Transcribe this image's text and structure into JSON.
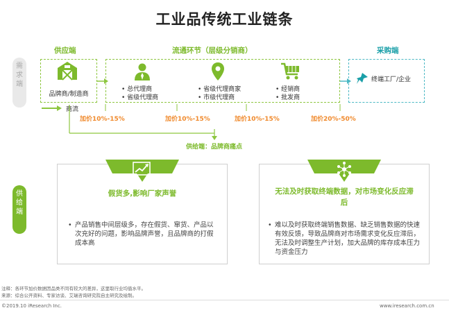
{
  "title": "工业品传统工业链条",
  "sections": {
    "supply": "供应端",
    "circulation": "流通环节（层级分销商）",
    "purchase": "采购端"
  },
  "side_tabs": {
    "demand": "需求端",
    "supply": "供给端"
  },
  "nodes": {
    "brand": "品牌商/制造商",
    "agent_1": "总代理商",
    "agent_2": "省级代理商",
    "prov_1": "省级代理商家",
    "prov_2": "市级代理商",
    "dist_1": "经销商",
    "dist_2": "批发商",
    "end": "终端工厂/企业"
  },
  "flow_label": "商流",
  "markups": [
    "加价10%-15%",
    "加价10%-15%",
    "加价10%-15%",
    "加价20%-50%"
  ],
  "supply_pain": "供给端：品牌商痛点",
  "panels": [
    {
      "title": "假货多,影响厂家声誉",
      "body": "产品销售中间层级多，存在假货、窜货、产品以次充好的问题，影响品牌声誉，且品牌商的打假成本高"
    },
    {
      "title": "无法及时获取终端数据，对市场变化反应滞后",
      "body": "难以及时获取终端销售数据、缺乏销售数据的快速有效反馈，导致品牌商对市场需求变化反应滞后，无法及时调整生产计划，加大品牌的库存成本压力与资金压力"
    }
  ],
  "notes": {
    "note": "注释：各环节加价数据因品类不同有较大的差异，这里取行业均值水平。",
    "source": "来源：综合公开资料、专家访谈、艾瑞咨询研究院自主研究及绘制。"
  },
  "footer": {
    "left": "©2019.10 iResearch Inc.",
    "right": "www.iresearch.com.cn"
  },
  "colors": {
    "green": "#7dba2c",
    "teal": "#1a9fa8",
    "orange": "#f08a2d"
  }
}
